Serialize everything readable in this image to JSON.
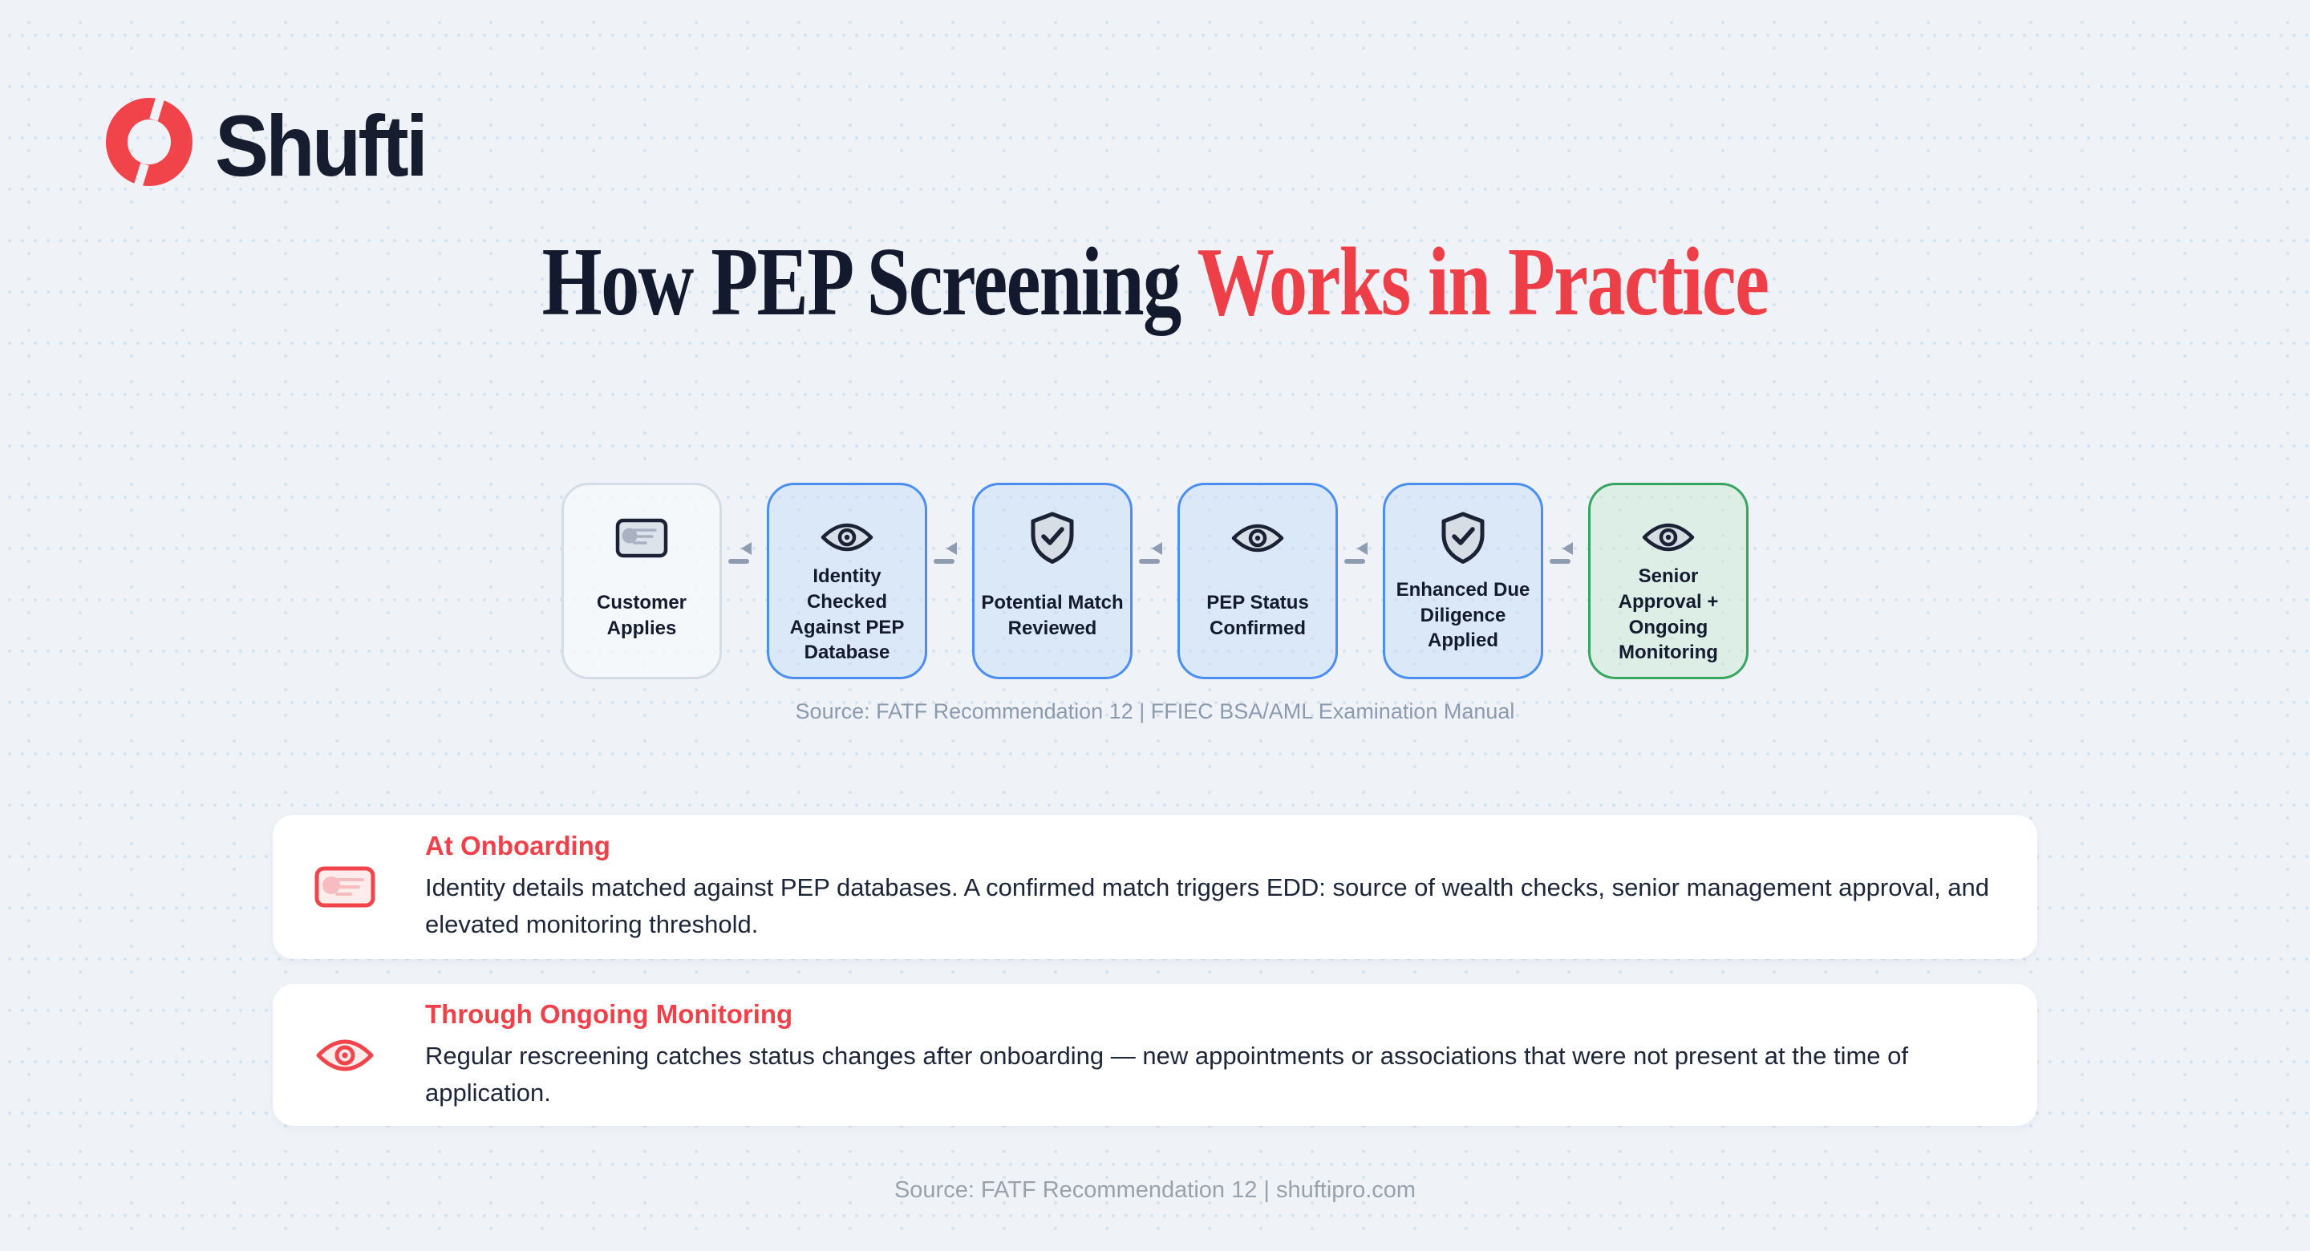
{
  "brand": {
    "name": "Shufti"
  },
  "title": {
    "part1": "How PEP Screening ",
    "part2": "Works in Practice"
  },
  "flow": {
    "steps": [
      {
        "label": "Customer\nApplies",
        "icon": "id-card-icon",
        "variant": "gray"
      },
      {
        "label": "Identity\nChecked\nAgainst PEP\nDatabase",
        "icon": "eye-icon",
        "variant": "blue"
      },
      {
        "label": "Potential Match\nReviewed",
        "icon": "shield-check-icon",
        "variant": "blue"
      },
      {
        "label": "PEP Status\nConfirmed",
        "icon": "eye-icon",
        "variant": "blue"
      },
      {
        "label": "Enhanced Due\nDiligence\nApplied",
        "icon": "shield-check-icon",
        "variant": "blue"
      },
      {
        "label": "Senior\nApproval +\nOngoing\nMonitoring",
        "icon": "eye-icon",
        "variant": "green"
      }
    ],
    "source": "Source: FATF Recommendation 12 | FFIEC BSA/AML Examination Manual"
  },
  "sections": [
    {
      "icon": "id-card-icon",
      "heading": "At Onboarding",
      "body": "Identity details matched against PEP databases. A confirmed match triggers EDD: source of wealth checks, senior management approval, and elevated monitoring threshold."
    },
    {
      "icon": "eye-icon",
      "heading": "Through Ongoing Monitoring",
      "body": "Regular rescreening catches status changes after onboarding — new appointments or associations that were not present at the time of application."
    }
  ],
  "footer": {
    "source": "Source: FATF Recommendation 12 | shuftipro.com"
  },
  "colors": {
    "background": "#eff3f8",
    "accent_red": "#f1434a",
    "navy_text": "#141b2e",
    "blue_border": "#4b8ef2",
    "green_border": "#35a55f",
    "muted_source": "#8c9aae",
    "connector_gray": "#8e9cb0"
  }
}
